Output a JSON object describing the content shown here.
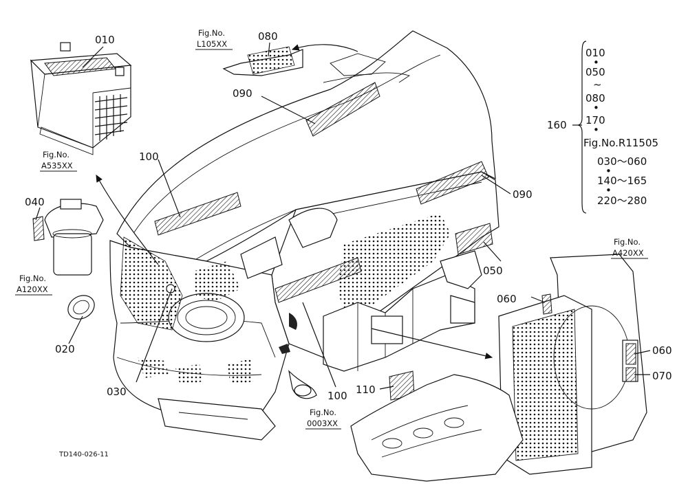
{
  "drawing_code": "TD140-026-11",
  "callouts": {
    "c010": "010",
    "c080": "080",
    "c090_top": "090",
    "c090_side": "090",
    "c100_top": "100",
    "c100_bottom": "100",
    "c040": "040",
    "c020": "020",
    "c030": "030",
    "c050": "050",
    "c060_left": "060",
    "c060_right": "060",
    "c070": "070",
    "c110": "110",
    "c160": "160"
  },
  "figure_refs": {
    "battery": {
      "title": "Fig.No.",
      "number": "A535XX"
    },
    "hood": {
      "title": "Fig.No.",
      "number": "L105XX"
    },
    "filter": {
      "title": "Fig.No.",
      "number": "A120XX"
    },
    "radiator": {
      "title": "Fig.No.",
      "number": "A420XX"
    },
    "frame": {
      "title": "Fig.No.",
      "number": "0003XX"
    }
  },
  "kit_list": {
    "items": [
      "010",
      "050",
      "080",
      "170",
      "Fig.No.R11505",
      "030～060",
      "140～165",
      "220～280"
    ],
    "separators": [
      "•",
      "~",
      "•",
      "•",
      "",
      "•",
      "•"
    ]
  }
}
